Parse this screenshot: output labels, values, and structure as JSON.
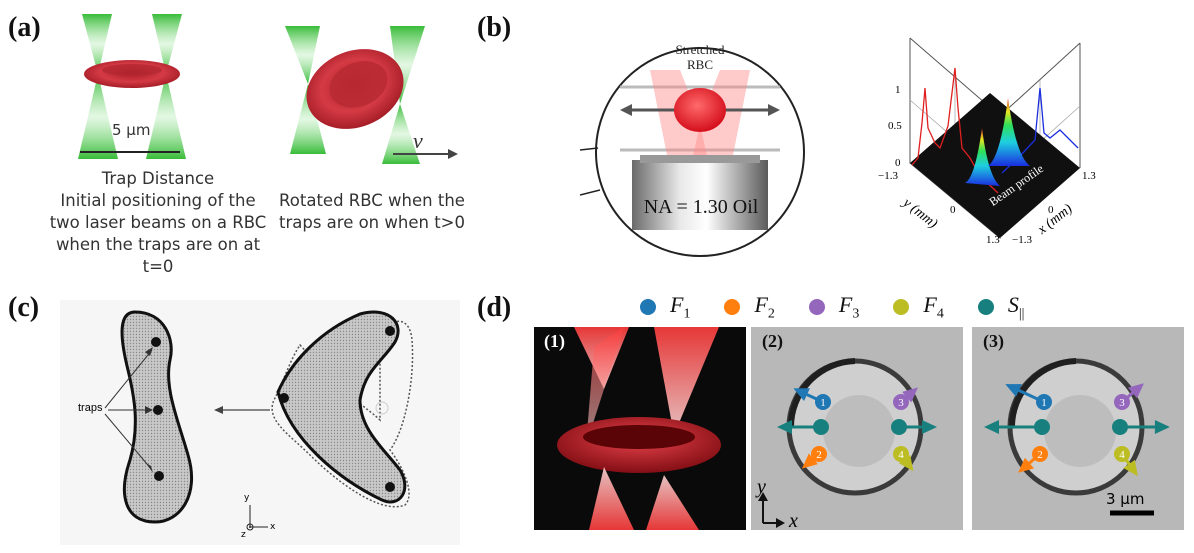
{
  "panels": {
    "a": {
      "label": "(a)",
      "scale_bar": "5 μm",
      "velocity_symbol": "v",
      "caption_left": [
        "Trap Distance",
        "Initial positioning of the",
        "two laser beams on a RBC",
        "when the traps are on at",
        "t=0"
      ],
      "caption_right": [
        "Rotated RBC when the",
        "traps are on when t>0"
      ]
    },
    "b": {
      "label": "(b)",
      "stretched_label": [
        "Stretched",
        "RBC"
      ],
      "objective_label": "NA = 1.30 Oil",
      "plot": {
        "z_ticks": [
          "1",
          "0.5",
          "0"
        ],
        "y_ticks": [
          "−1.3",
          "0",
          "1.3"
        ],
        "x_ticks": [
          "−1.3",
          "0",
          "1.3"
        ],
        "y_axis_label": "y (mm)",
        "x_axis_label": "x (mm)",
        "surface_label": "Beam profile",
        "colors": {
          "red_profile": "#e02020",
          "blue_profile": "#1a2ee0"
        }
      }
    },
    "c": {
      "label": "(c)",
      "traps_label": "traps",
      "axis_y": "y",
      "axis_x": "x",
      "axis_z": "z"
    },
    "d": {
      "label": "(d)",
      "legend": [
        {
          "label": "F",
          "sub": "1",
          "color": "#1f77b4"
        },
        {
          "label": "F",
          "sub": "2",
          "color": "#ff7f0e"
        },
        {
          "label": "F",
          "sub": "3",
          "color": "#9467bd"
        },
        {
          "label": "F",
          "sub": "4",
          "color": "#bcbd22"
        },
        {
          "label": "S",
          "sub": "||",
          "color": "#17807e"
        }
      ],
      "sub_labels": [
        "(1)",
        "(2)",
        "(3)"
      ],
      "axis_y": "y",
      "axis_x": "x",
      "scale_bar": "3 μm",
      "force_numbers": [
        "1",
        "2",
        "3",
        "4"
      ]
    }
  }
}
